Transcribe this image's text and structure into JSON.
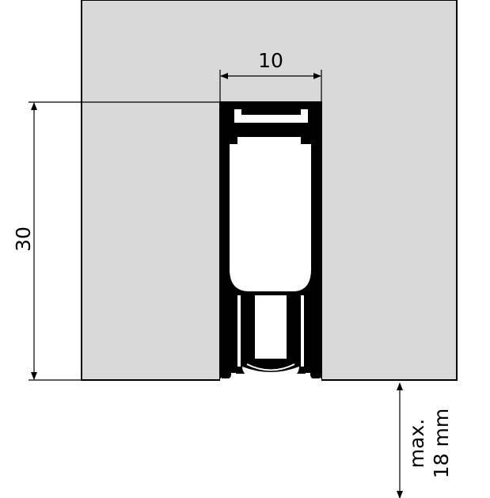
{
  "dimensions": {
    "width_label": "10",
    "height_label": "30",
    "gap_label_line1": "max.",
    "gap_label_line2": "18 mm"
  },
  "colors": {
    "door": "#d9d9d9",
    "profile": "#000000",
    "background": "#ffffff"
  }
}
